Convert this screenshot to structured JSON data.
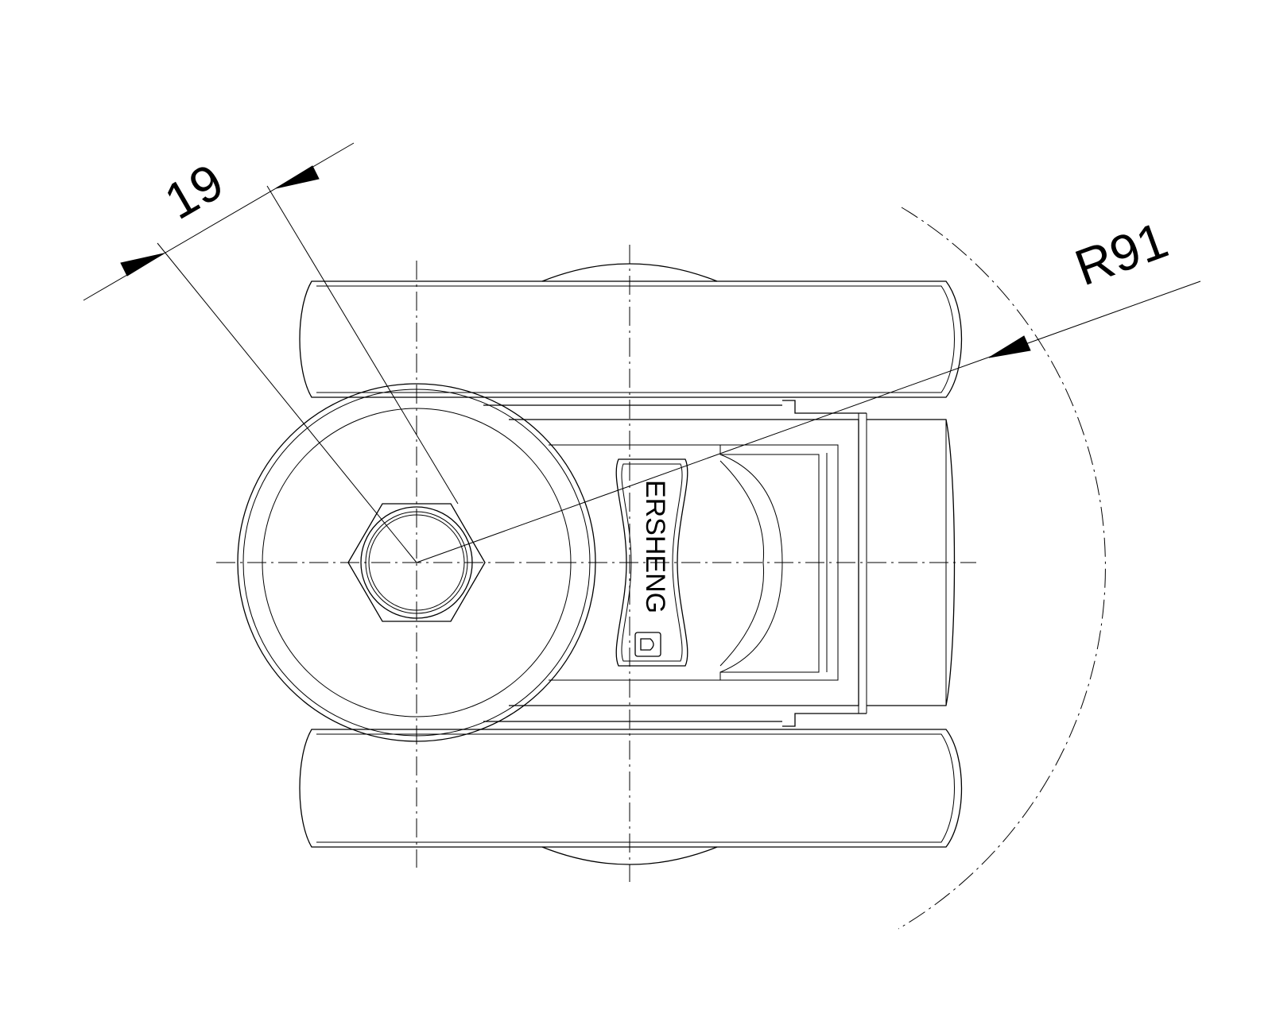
{
  "drawing": {
    "brand_text": "ERSHENG",
    "dimensions": {
      "offset_value": "19",
      "radius_value": "R91"
    }
  },
  "colors": {
    "line": "#000000",
    "background": "#ffffff"
  }
}
